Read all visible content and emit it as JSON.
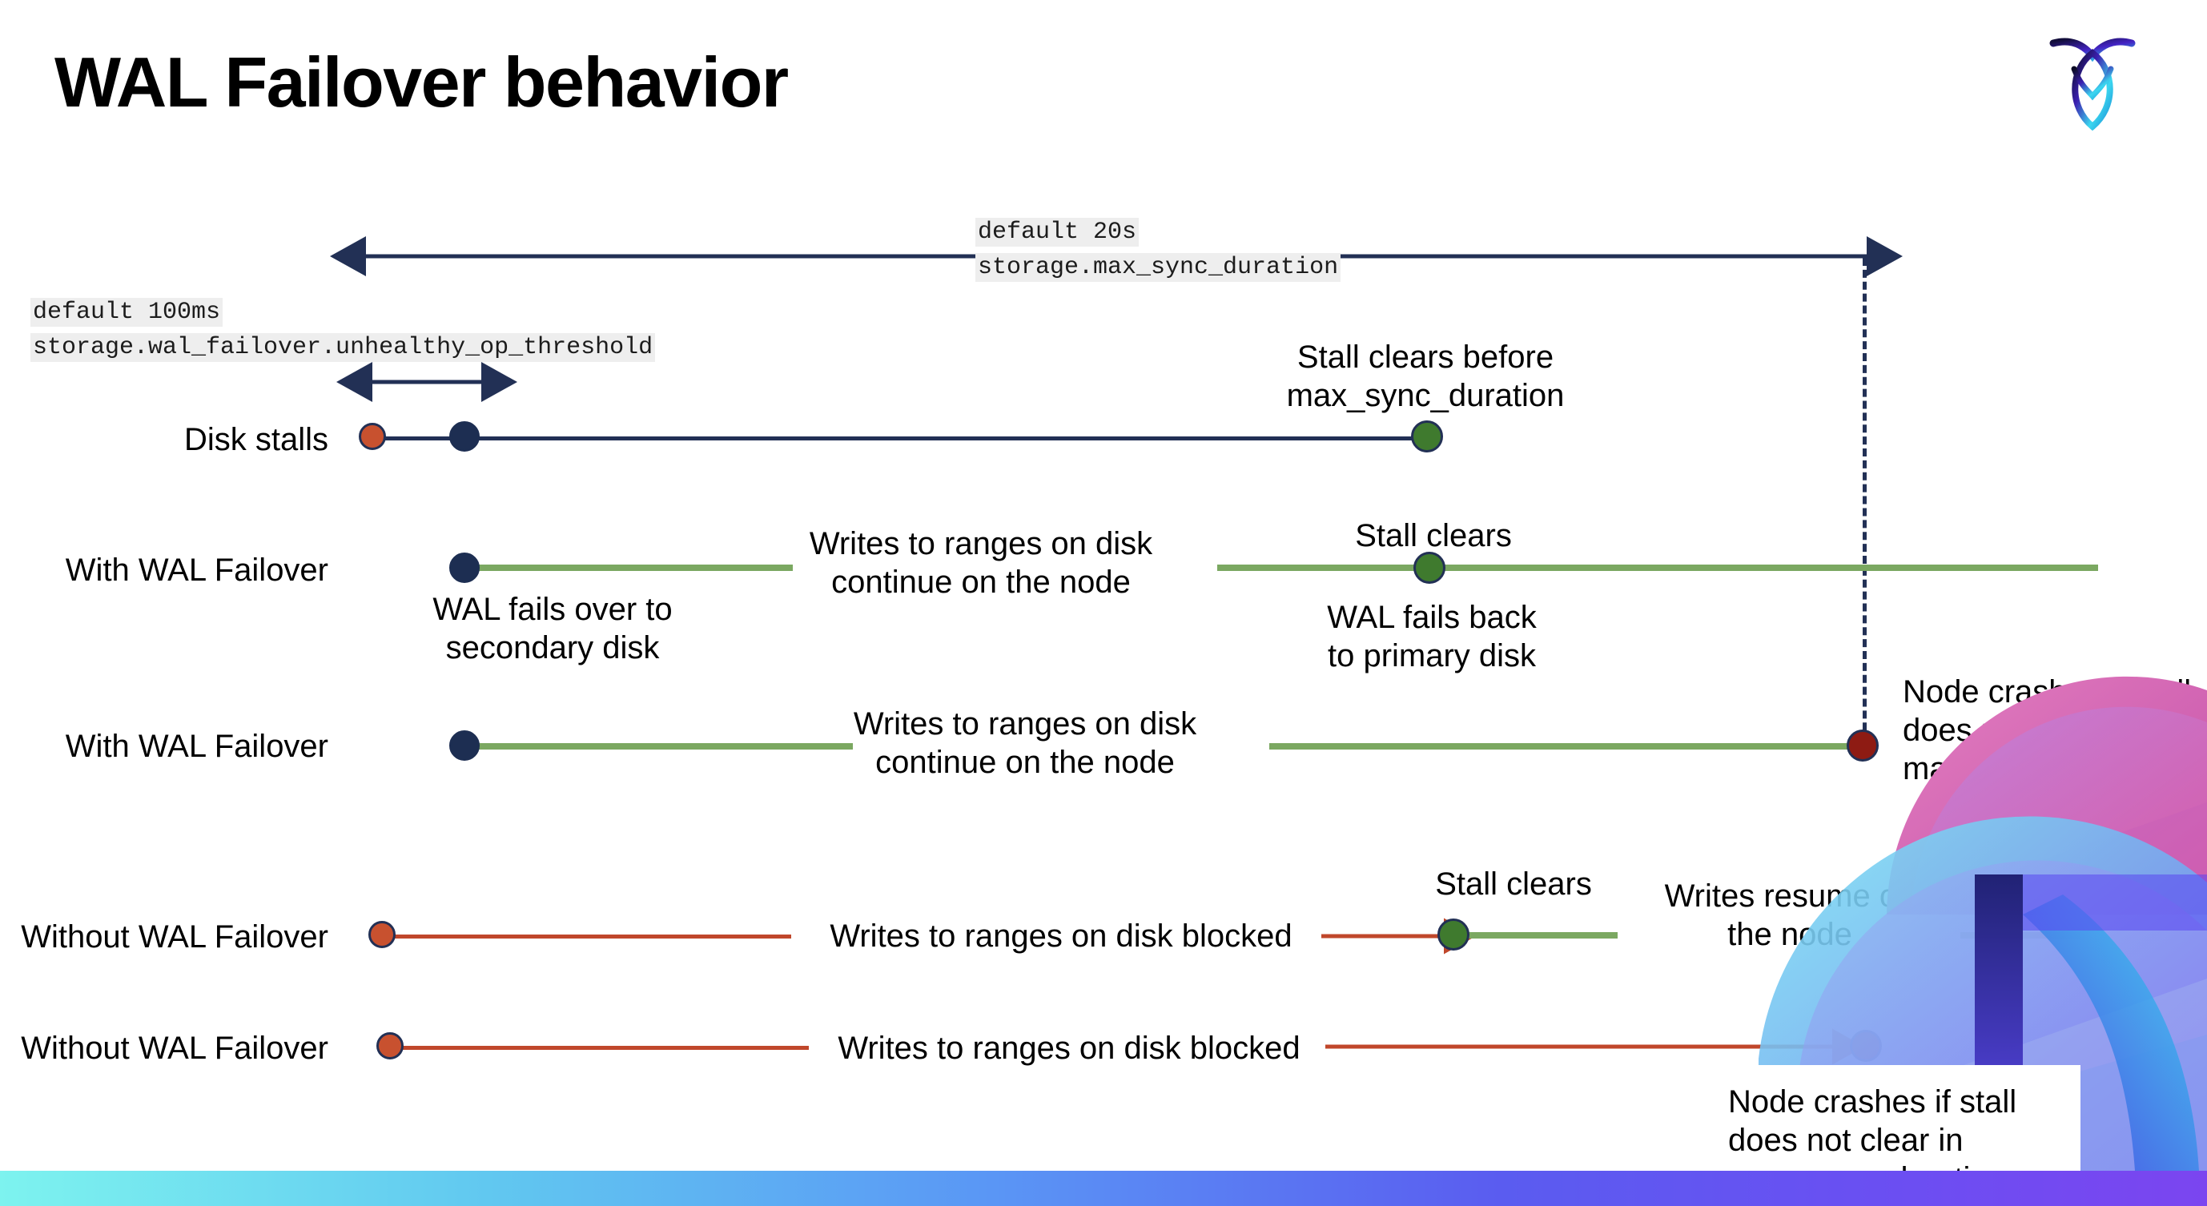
{
  "slide": {
    "title": "WAL Failover behavior",
    "logo_name": "cockroachdb-logo"
  },
  "callouts": {
    "unhealthy_op_threshold": {
      "default": "default 100ms",
      "setting": "storage.wal_failover.unhealthy_op_threshold"
    },
    "max_sync_duration": {
      "default": "default 20s",
      "setting": "storage.max_sync_duration"
    }
  },
  "rows": [
    {
      "label": "Disk stalls"
    },
    {
      "label": "With WAL Failover"
    },
    {
      "label": "With WAL Failover"
    },
    {
      "label": "Without WAL Failover"
    },
    {
      "label": "Without WAL Failover"
    }
  ],
  "notes": {
    "stall_clears_before_max_sync": "Stall clears before\nmax_sync_duration",
    "writes_continue_1": "Writes to ranges on disk\ncontinue on the node",
    "stall_clears_1": "Stall clears",
    "wal_fails_over": "WAL fails over to\nsecondary disk",
    "wal_fails_back": "WAL fails  back\nto primary disk",
    "writes_continue_2": "Writes to ranges on disk\ncontinue on the node",
    "node_crashes_1": "Node crashes if stall\ndoes not clear in\nmax_sync_duration",
    "stall_clears_2": "Stall clears",
    "writes_blocked_1": "Writes to ranges on disk  blocked",
    "writes_resume": "Writes resume on\nthe node",
    "writes_blocked_2": "Writes to ranges on disk  blocked",
    "node_crashes_2": "Node crashes if stall\ndoes not clear in\nmax_sync_duration"
  },
  "colors": {
    "navy": "#223055",
    "orange": "#c8512f",
    "green_line": "#7ba861",
    "green_dot": "#3f7a2e",
    "dark_red": "#8e1b13",
    "orange_line": "#c0472b",
    "code_highlight": "#eeeeee"
  }
}
